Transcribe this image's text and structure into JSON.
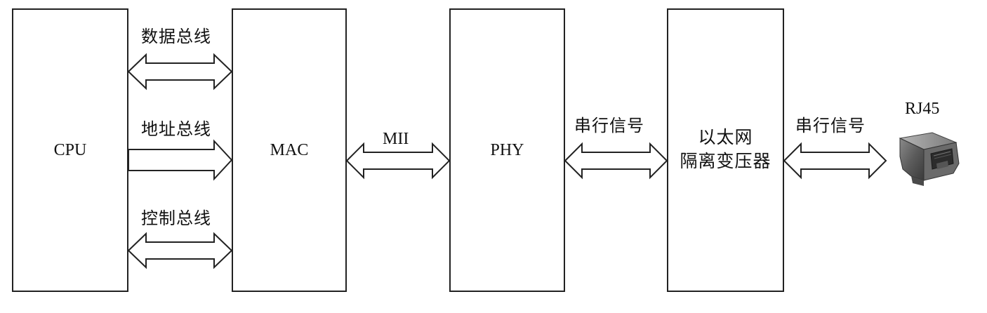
{
  "blocks": {
    "cpu": "CPU",
    "mac": "MAC",
    "phy": "PHY",
    "transformer": "以太网\n隔离变压器"
  },
  "buses": {
    "data_bus": "数据总线",
    "address_bus": "地址总线",
    "control_bus": "控制总线",
    "mii": "MII",
    "serial_signal_1": "串行信号",
    "serial_signal_2": "串行信号"
  },
  "connector": {
    "label": "RJ45",
    "icon": "rj45-connector-icon"
  },
  "colors": {
    "line": "#222222",
    "background": "#ffffff",
    "connector_body": "#6e6e6e"
  }
}
